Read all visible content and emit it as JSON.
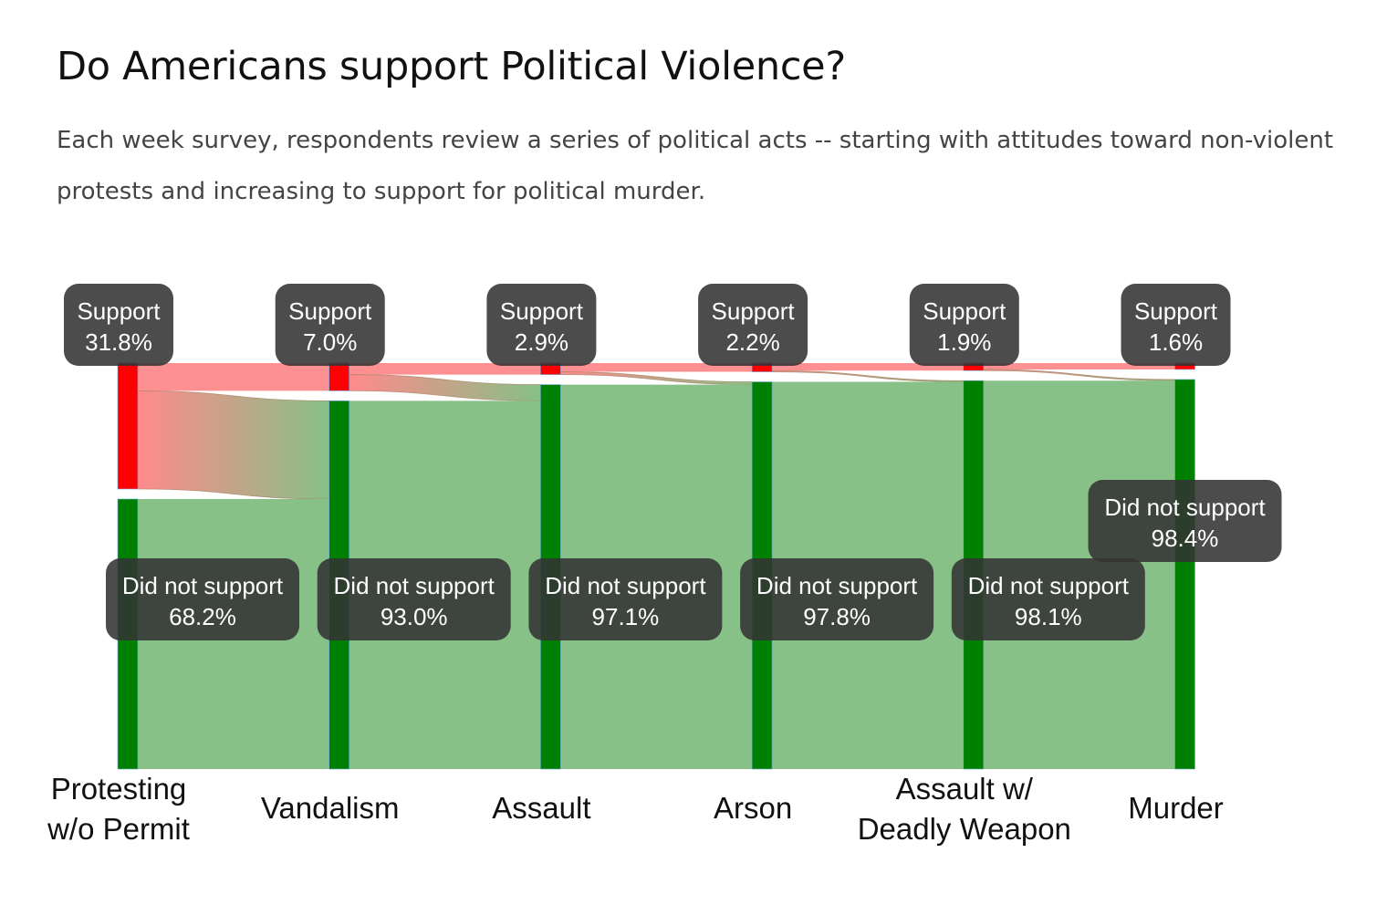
{
  "title": "Do Americans support Political Violence?",
  "subtitle": "Each week survey, respondents review a series of political acts -- starting with attitudes toward non-violent protests and increasing to support for political murder.",
  "chart_data": {
    "type": "sankey",
    "title": "Do Americans support Political Violence?",
    "categories": [
      "Protesting w/o Permit",
      "Vandalism",
      "Assault",
      "Arson",
      "Assault w/ Deadly Weapon",
      "Murder"
    ],
    "category_lines": [
      [
        "Protesting",
        "w/o Permit"
      ],
      [
        "Vandalism"
      ],
      [
        "Assault"
      ],
      [
        "Arson"
      ],
      [
        "Assault w/",
        "Deadly Weapon"
      ],
      [
        "Murder"
      ]
    ],
    "series": [
      {
        "name": "Support",
        "values": [
          31.8,
          7.0,
          2.9,
          2.2,
          1.9,
          1.6
        ],
        "labels": [
          "31.8%",
          "7.0%",
          "2.9%",
          "2.2%",
          "1.9%",
          "1.6%"
        ]
      },
      {
        "name": "Did not support",
        "values": [
          68.2,
          93.0,
          97.1,
          97.8,
          98.1,
          98.4
        ],
        "labels": [
          "68.2%",
          "93.0%",
          "97.1%",
          "97.8%",
          "98.1%",
          "98.4%"
        ]
      }
    ],
    "colors": {
      "support_node": "#ff0000",
      "not_support_node": "#008000",
      "support_link": "#ff8a8c",
      "not_support_link": "#86c086",
      "label_bg": "#333333",
      "label_text": "#ffffff"
    }
  }
}
